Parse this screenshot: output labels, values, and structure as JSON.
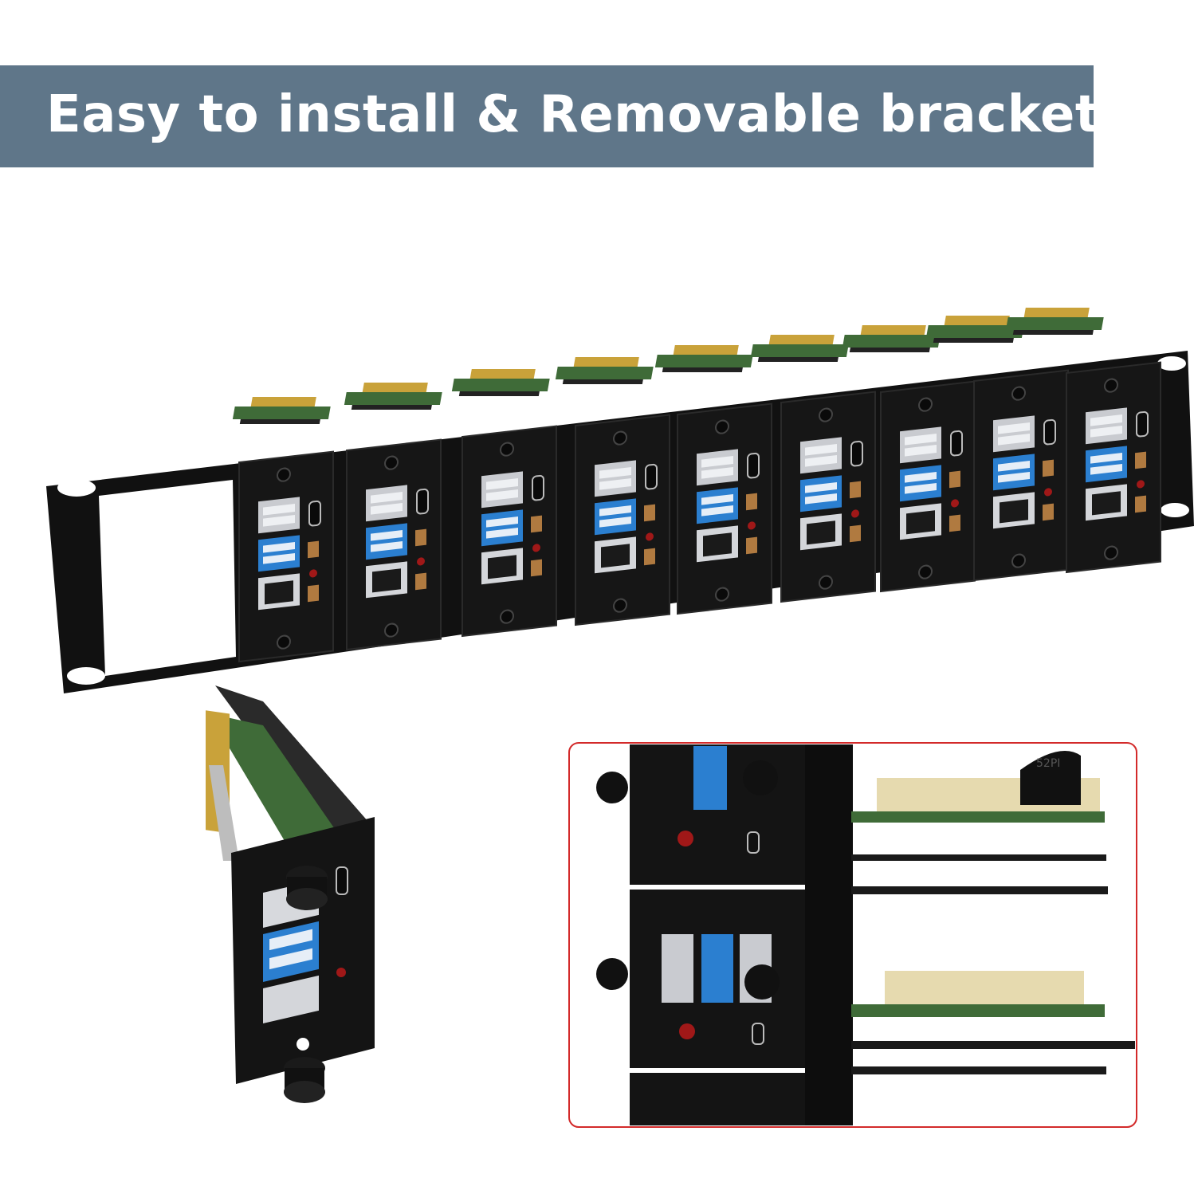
{
  "banner": {
    "title": "Easy to install & Removable bracket",
    "background_color": "#5f7689",
    "text_color": "#ffffff"
  },
  "product_photo": {
    "rack_panel_slots": 9,
    "colors": {
      "metal": "#121212",
      "usb3_blue": "#2b7fd0",
      "pcb_green": "#3f6b38",
      "header_gold": "#c9a23a",
      "callout_border": "#d32a2a"
    }
  },
  "callout": {
    "logo_text": "52PI"
  }
}
